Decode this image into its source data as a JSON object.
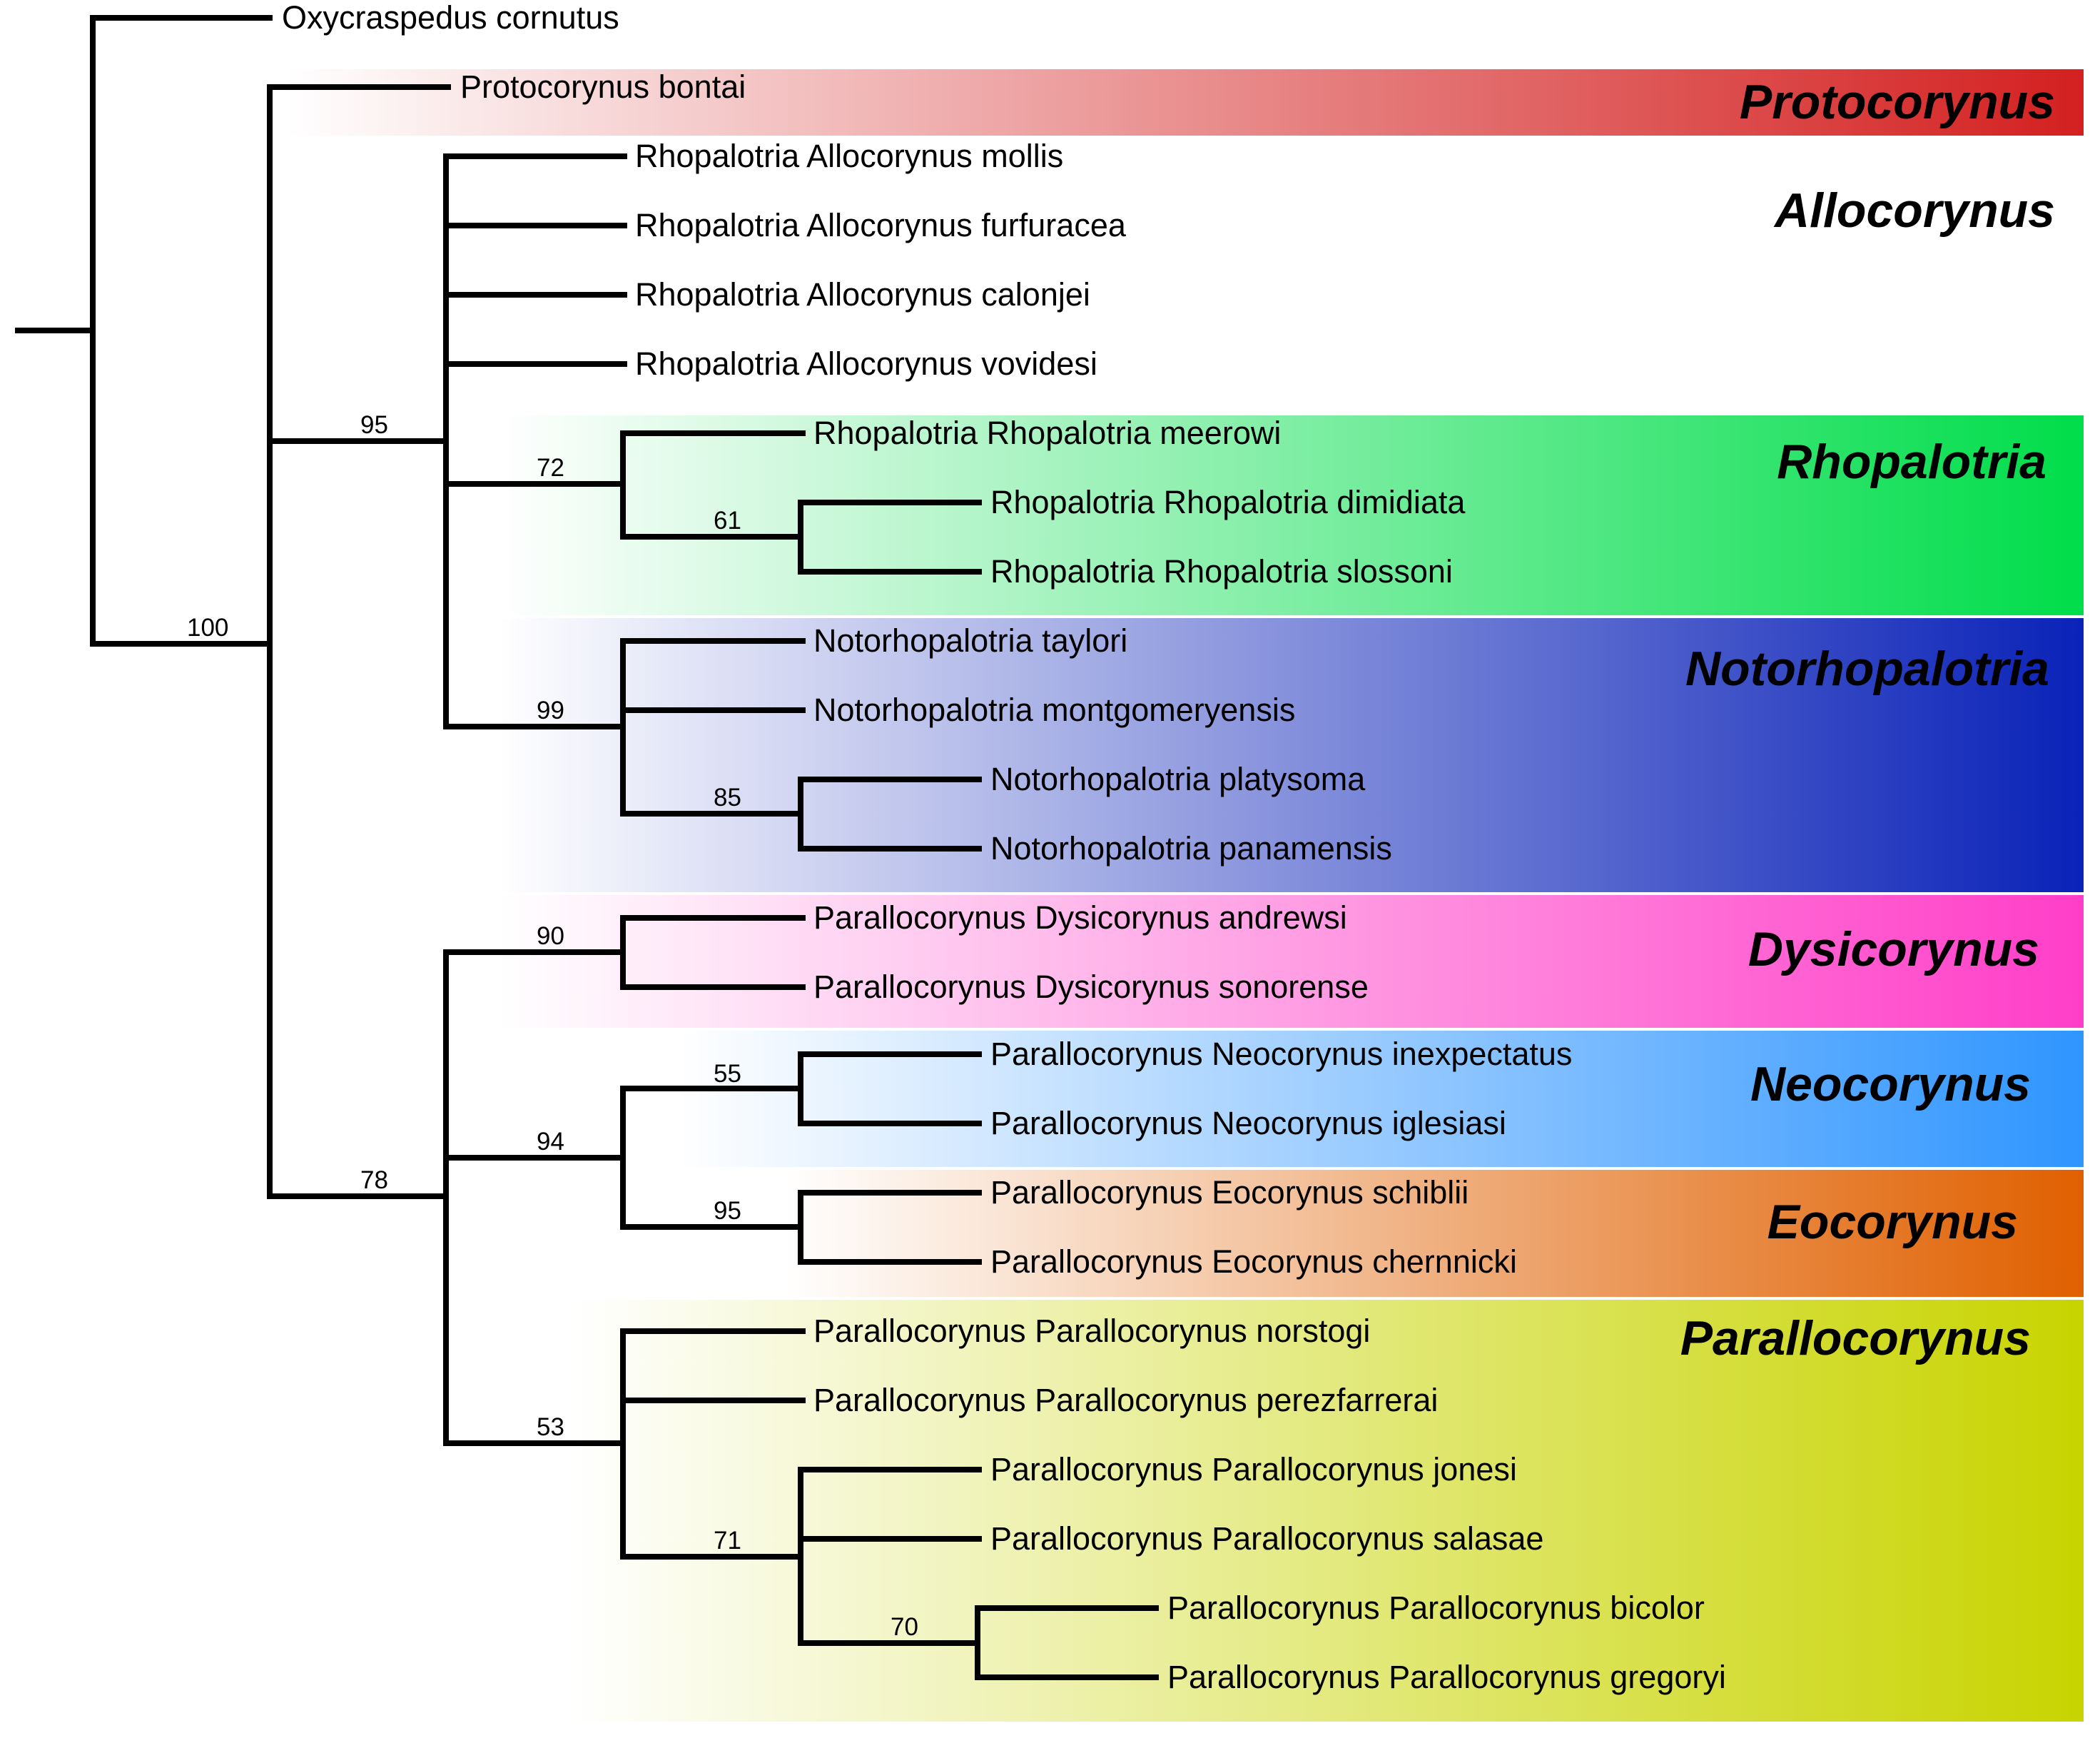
{
  "taxa": [
    "Oxycraspedus cornutus",
    "Protocorynus bontai",
    "Rhopalotria Allocorynus mollis",
    "Rhopalotria Allocorynus furfuracea",
    "Rhopalotria Allocorynus calonjei",
    "Rhopalotria Allocorynus vovidesi",
    "Rhopalotria Rhopalotria meerowi",
    "Rhopalotria Rhopalotria dimidiata",
    "Rhopalotria Rhopalotria slossoni",
    "Notorhopalotria taylori",
    "Notorhopalotria montgomeryensis",
    "Notorhopalotria platysoma",
    "Notorhopalotria panamensis",
    "Parallocorynus Dysicorynus andrewsi",
    "Parallocorynus Dysicorynus sonorense",
    "Parallocorynus Neocorynus inexpectatus",
    "Parallocorynus Neocorynus iglesiasi",
    "Parallocorynus Eocorynus schiblii",
    "Parallocorynus Eocorynus chernnicki",
    "Parallocorynus Parallocorynus norstogi",
    "Parallocorynus Parallocorynus perezfarrerai",
    "Parallocorynus Parallocorynus jonesi",
    "Parallocorynus Parallocorynus salasae",
    "Parallocorynus Parallocorynus bicolor",
    "Parallocorynus Parallocorynus gregoryi"
  ],
  "support_values": [
    "100",
    "95",
    "72",
    "61",
    "99",
    "85",
    "78",
    "90",
    "94",
    "55",
    "95",
    "53",
    "71",
    "70"
  ],
  "clades": [
    {
      "name": "Protocorynus",
      "color": "#d42020"
    },
    {
      "name": "Allocorynus",
      "color": "#ffffff"
    },
    {
      "name": "Rhopalotria",
      "color": "#00dd4a"
    },
    {
      "name": "Notorhopalotria",
      "color": "#0a22b8"
    },
    {
      "name": "Dysicorynus",
      "color": "#ff3ec8"
    },
    {
      "name": "Neocorynus",
      "color": "#2f95ff"
    },
    {
      "name": "Eocorynus",
      "color": "#e06000"
    },
    {
      "name": "Parallocorynus",
      "color": "#c8d400"
    }
  ]
}
